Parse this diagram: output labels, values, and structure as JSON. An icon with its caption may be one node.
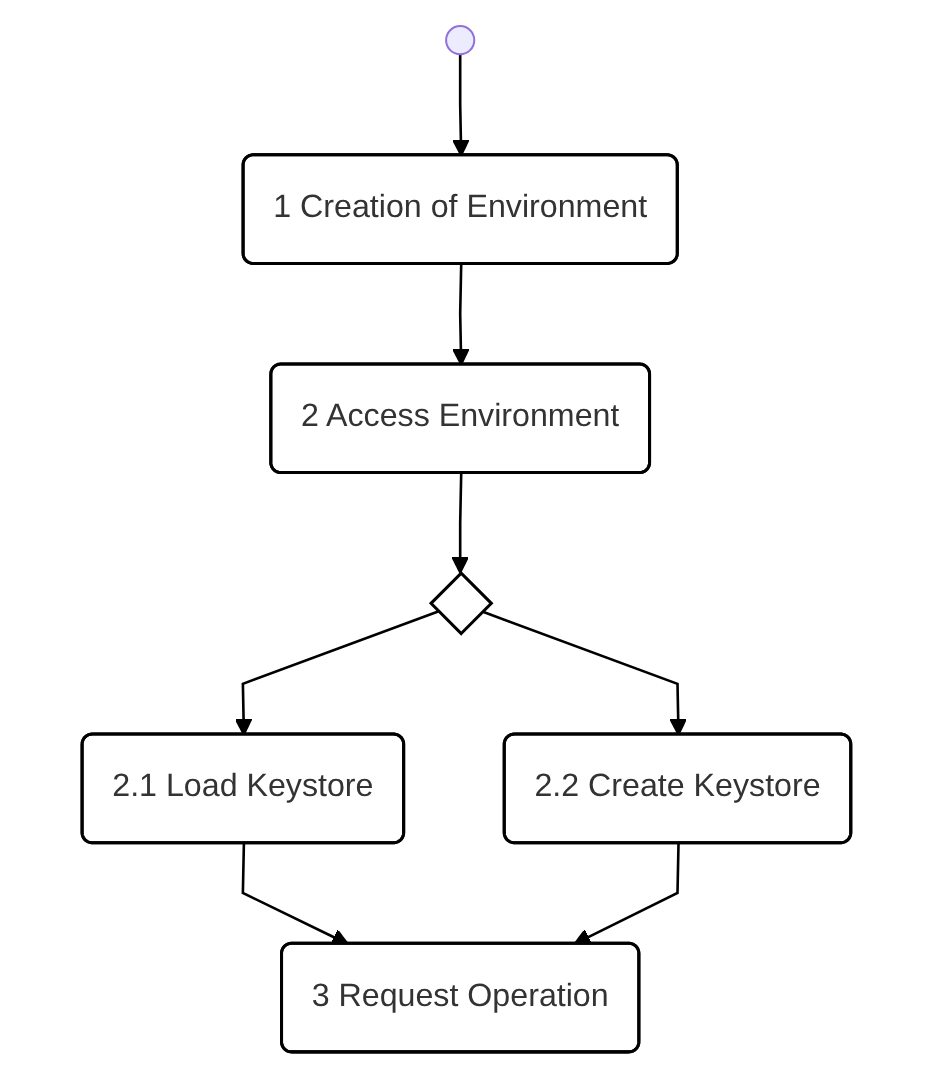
{
  "diagram": {
    "nodes": [
      {
        "text": [],
        "shape": "circle"
      },
      {
        "text": [
          "1 Creation of Environment"
        ]
      },
      {
        "text": [
          "2 Access Environment"
        ]
      },
      {
        "text": [],
        "shape": "diamond"
      },
      {
        "text": [
          "2.1 Load Keystore"
        ]
      },
      {
        "text": [
          "2.2 Create Keystore"
        ]
      },
      {
        "text": [
          "3 Request Operation"
        ]
      }
    ],
    "edges": [
      {
        "from": 0,
        "to": 1,
        "arrow": "to"
      },
      {
        "from": 1,
        "to": 2,
        "arrow": "to"
      },
      {
        "from": 2,
        "to": 3,
        "arrow": "to"
      },
      {
        "from": 3,
        "to": 4,
        "arrow": "to"
      },
      {
        "from": 3,
        "to": 5,
        "arrow": "to"
      },
      {
        "from": 4,
        "to": 6,
        "arrow": "to"
      },
      {
        "from": 5,
        "to": 6,
        "arrow": "to"
      }
    ]
  }
}
